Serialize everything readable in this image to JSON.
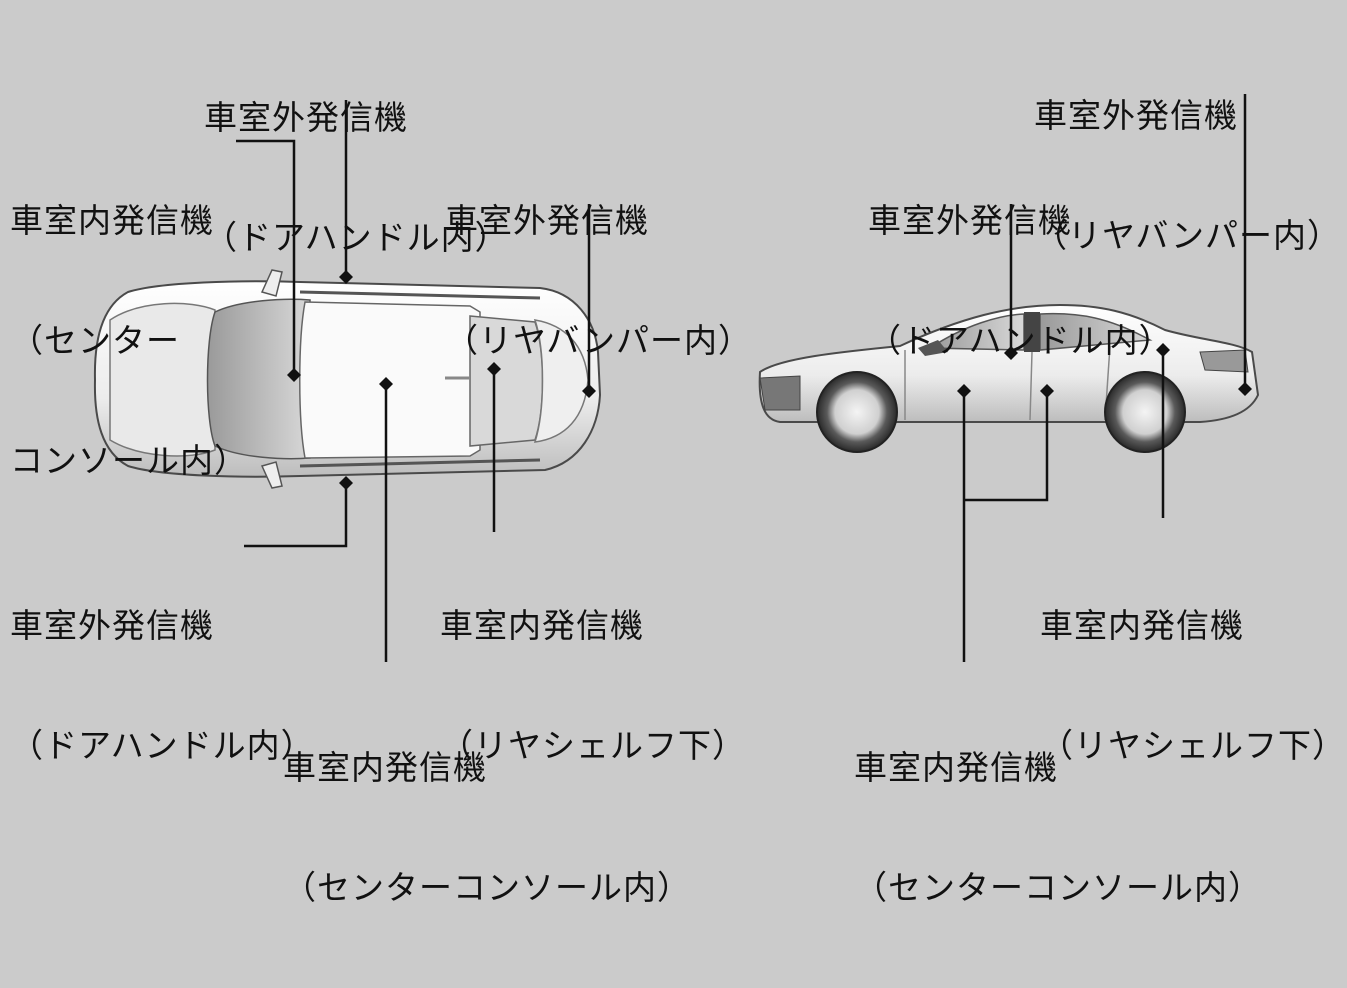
{
  "colors": {
    "background": "#cbcbcb",
    "leader_line": "#111111",
    "car_body": "#f2f2f2",
    "car_outline": "#555555"
  },
  "top_view": {
    "door_handle_top": {
      "line1": "車室外発信機",
      "line2": "（ドアハンドル内）"
    },
    "center_console_left": {
      "line1": "車室内発信機",
      "line2": "（センター",
      "line3": "コンソール内）"
    },
    "rear_bumper": {
      "line1": "車室外発信機",
      "line2": "（リヤバンパー内）"
    },
    "door_handle_bottom": {
      "line1": "車室外発信機",
      "line2": "（ドアハンドル内）"
    },
    "rear_shelf": {
      "line1": "車室内発信機",
      "line2": "（リヤシェルフ下）"
    },
    "center_console_bottom": {
      "line1": "車室内発信機",
      "line2": "（センターコンソール内）"
    }
  },
  "side_view": {
    "rear_bumper": {
      "line1": "車室外発信機",
      "line2": "（リヤバンパー内）"
    },
    "door_handle": {
      "line1": "車室外発信機",
      "line2": "（ドアハンドル内）"
    },
    "rear_shelf": {
      "line1": "車室内発信機",
      "line2": "（リヤシェルフ下）"
    },
    "center_console": {
      "line1": "車室内発信機",
      "line2": "（センターコンソール内）"
    }
  }
}
